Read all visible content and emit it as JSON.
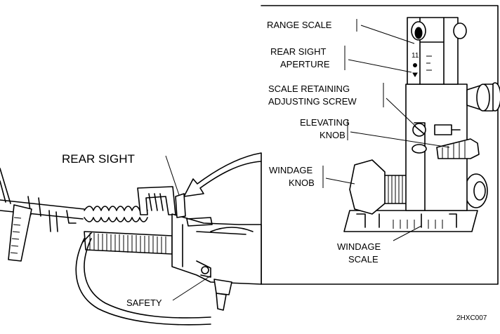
{
  "labels": {
    "range_scale": "RANGE SCALE",
    "rear_sight_aperture_1": "REAR SIGHT",
    "rear_sight_aperture_2": "APERTURE",
    "scale_retaining_1": "SCALE RETAINING",
    "scale_retaining_2": "ADJUSTING SCREW",
    "elevating_knob_1": "ELEVATING",
    "elevating_knob_2": "KNOB",
    "windage_knob_1": "WINDAGE",
    "windage_knob_2": "KNOB",
    "windage_scale_1": "WINDAGE",
    "windage_scale_2": "SCALE",
    "rear_sight": "REAR SIGHT",
    "safety": "SAFETY",
    "scale_number": "11",
    "figure_id": "2HXC007"
  }
}
